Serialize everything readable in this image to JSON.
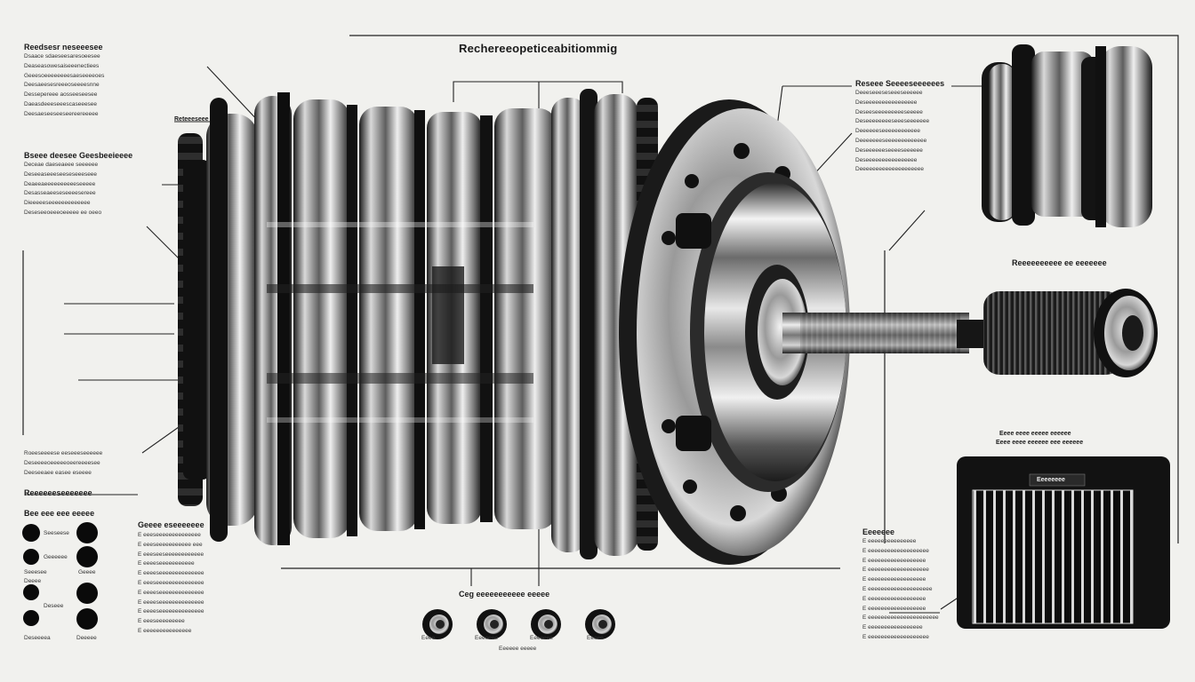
{
  "title": "Rechereeopeticeabitiommig",
  "left_column": {
    "block1": {
      "heading": "Reedsesr neseeesee",
      "lines": [
        "Dsaace sdaeseesaresoeesee",
        "Deaseasowesaiseeenectiees",
        "Geeesoeeeeeeeesaeseeeeoes",
        "Deesaeesesreeeoseeeesnne",
        "Dessepereee aosseeseesee",
        "Daeasdeeeseeescaseeesee",
        "Deesaeseeseeseereereeeee"
      ]
    },
    "side_label": "Reteeeseee",
    "block2": {
      "heading": "Bseee deesee Geesbeeieeee",
      "lines": [
        "Deceae daeseaeee seeeeee",
        "Deseeaseeeseeseseeeseee",
        "Deaeeaeeeeeeeeeeseeeee",
        "Desasseaeeseseeeesereee",
        "Dieeeeeseeeeeeeeeeeee",
        "Deseseeoeeeoeeeee ee oeeo"
      ]
    },
    "block3": {
      "lines": [
        "Roeeseeeese eeseeeseeeeee",
        "Deseeeeoeeeeeoeereeeesee",
        "Deeseeaee easee eseeee"
      ]
    },
    "legend": {
      "heading": "Reeeeeeseeeeeee",
      "subheading": "Bee eee eee eeeee",
      "items": [
        "Seeseese",
        "Geeeeee",
        "Seeesee",
        "Geeee",
        "Deeee",
        "Deseee",
        "Deseeeea",
        "Deeeee"
      ]
    }
  },
  "bottom_list": {
    "heading": "Geeee eseeeeeee",
    "lines": [
      "E eeeseeeeeeeeeeeeee",
      "E eeeseeeeeeeeeee eee",
      "E eeeseeseeeeeeeeeeee",
      "E eeeeseeeeeeeeeee",
      "E eeeeseeeeeeeeeeeeee",
      "E eeeseeeeeeeeeeeeeee",
      "E eeeeseeeeeeeeeeeeee",
      "E eeeeseeeeeeeeeeeeee",
      "E eeeeseeeeeeeeeeeeee",
      "E eeeseeeeeeeee",
      "E eeeeeeeeeeeeeee"
    ]
  },
  "top_right_block": {
    "heading": "Reseee Seeeeseeeeees",
    "lines": [
      "Deeeseeeseseeeseeeeee",
      "Deseeeeeeeeeeeeeeee",
      "Deseeseeeeeeeeeseeeee",
      "Deseeeeeeeeseeeseeeeeee",
      "Deeeeeeseeeeeeeeeeee",
      "Deeeeeeeseeeeeeeeeeeee",
      "Deseeeeeeseeeeseeeeee",
      "Deseeeeeeeeeeeeeeee",
      "Deeeeeeeeeeeeeeeeeeee"
    ]
  },
  "right_label": "Reeeeeeeeee ee eeeeeee",
  "right_bottom": {
    "heading": "Eeeeeee",
    "lines": [
      "E eeeeeeeeeeeeeee",
      "E eeeeeeeeeeeeeeeeeee",
      "E eeeeeeeeeeeeeeeeee",
      "E eeeeeeeeeeeeeeeeeee",
      "E eeeeeeeeeeeeeeeeee",
      "E eeeeeeeeeeeeeeeeeeee",
      "E eeeeeeeeeeeeeeeeee",
      "E eeeeeeeeeeeeeeeeee",
      "E eeeeeeeeeeeeeeeeeeeeee",
      "E eeeeeeeeeeeeeeeee",
      "E eeeeeeeeeeeeeeeeeee"
    ]
  },
  "panel": {
    "label1": "Eeee eeee eeeee eeeeee",
    "label2": "Eeee eeee eeeeee eee eeeeee",
    "inner": "Eeeeeeee"
  },
  "bottom_center": {
    "heading": "Ceg eeeeeeeeeee eeeee",
    "items": [
      "Eeee",
      "Eeeeeee",
      "Eeeeeee",
      "Eeeee"
    ],
    "footer": "Eeeeee eeeee"
  }
}
